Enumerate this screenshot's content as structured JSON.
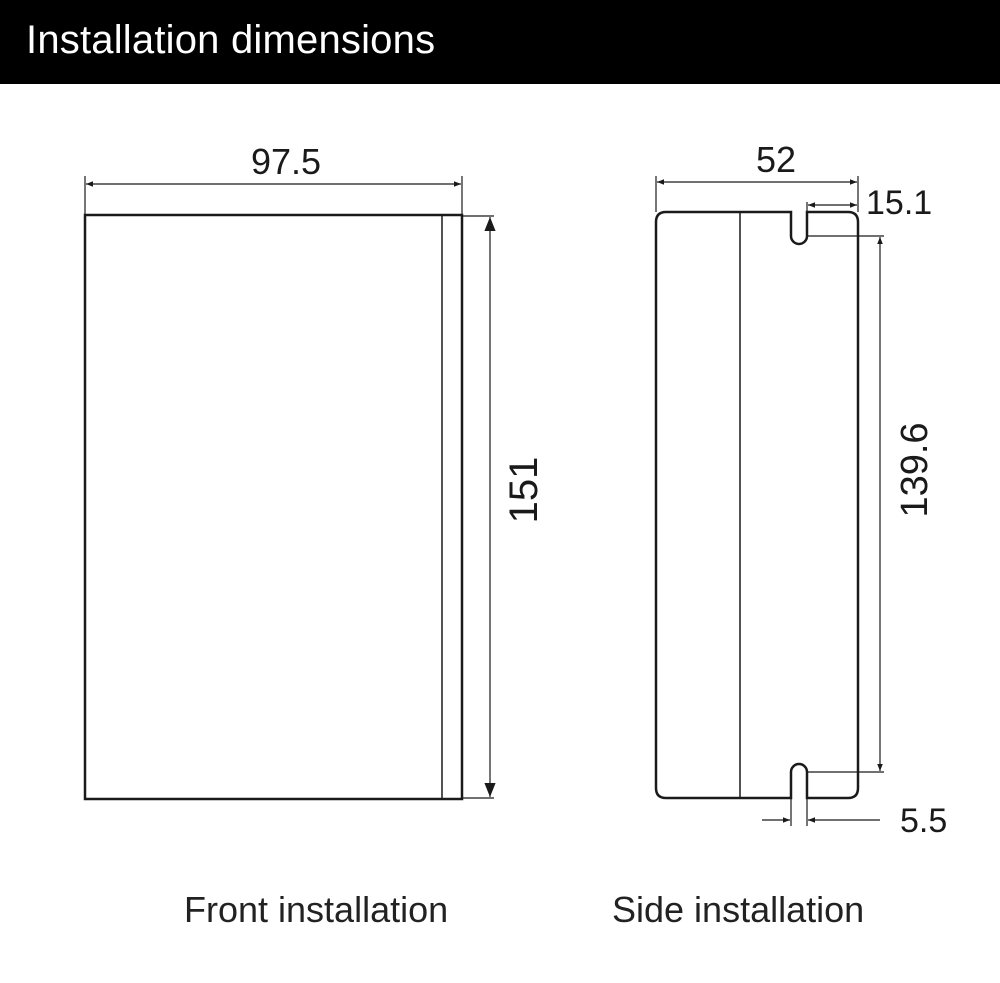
{
  "header": {
    "title": "Installation dimensions"
  },
  "front": {
    "width_label": "97.5",
    "height_label": "151",
    "caption": "Front installation"
  },
  "side": {
    "width_label": "52",
    "slot_offset_label": "15.1",
    "hole_pitch_label": "139.6",
    "slot_width_label": "5.5",
    "caption": "Side installation"
  },
  "colors": {
    "header_bg": "#000000",
    "header_text": "#ffffff",
    "line": "#1a1a1a",
    "background": "#ffffff"
  }
}
